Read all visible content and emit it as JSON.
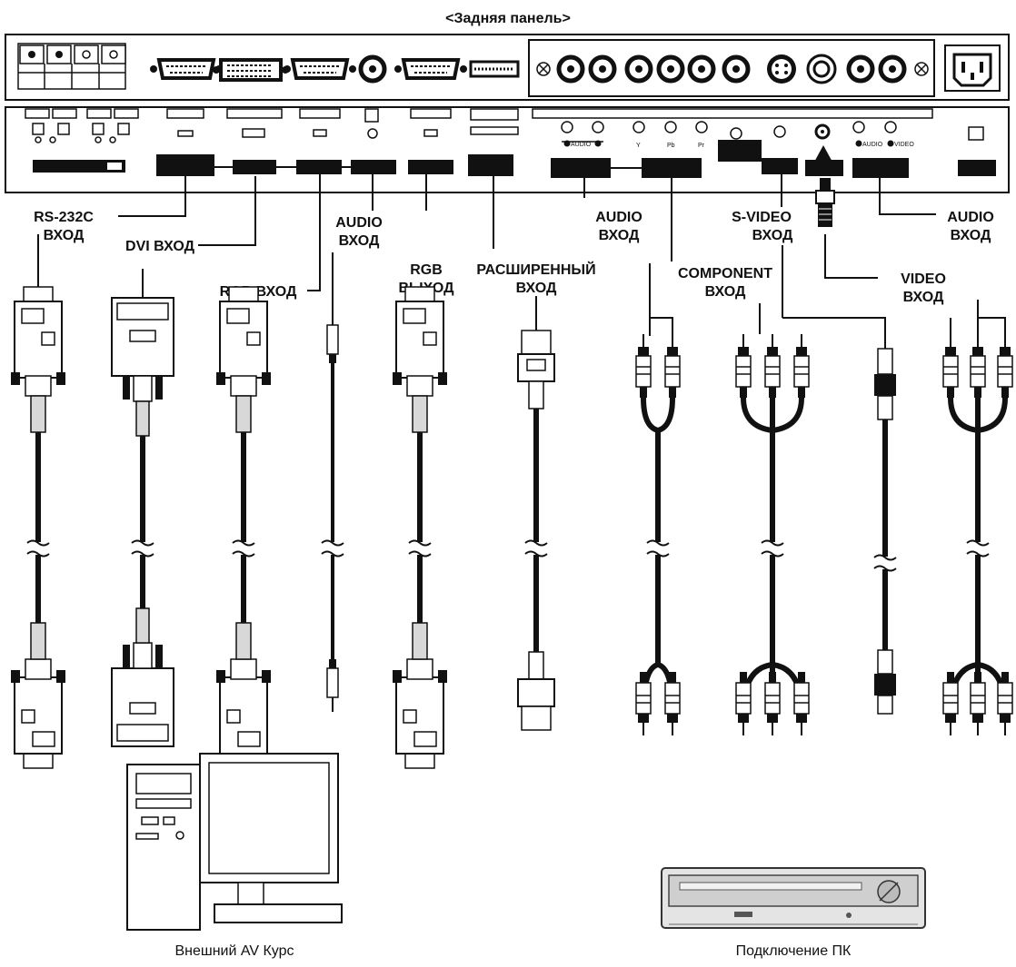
{
  "title": "<Задняя панель>",
  "panel_marks": {
    "audio_l": "AUDIO",
    "audio_r": "AUDIO",
    "video": "VIDEO",
    "y": "Y",
    "pb": "Pb",
    "pr": "Pr"
  },
  "labels": {
    "rs232c": [
      "RS-232C",
      "ВХОД"
    ],
    "dvi": [
      "DVI ВХОД"
    ],
    "rgb_in": [
      "RGB ВХОД"
    ],
    "audio1": [
      "AUDIO",
      "ВХОД"
    ],
    "rgb_out": [
      "RGB",
      "ВЫХОД"
    ],
    "extended": [
      "РАСШИРЕННЫЙ",
      "ВХОД"
    ],
    "audio2": [
      "AUDIO",
      "ВХОД"
    ],
    "component": [
      "COMPONENT",
      "ВХОД"
    ],
    "svideo": [
      "S-VIDEO",
      "ВХОД"
    ],
    "video": [
      "VIDEO",
      "ВХОД"
    ],
    "audio3": [
      "AUDIO",
      "ВХОД"
    ]
  },
  "captions": {
    "left": "Внешний AV Курс",
    "right": "Подключение ПК"
  }
}
